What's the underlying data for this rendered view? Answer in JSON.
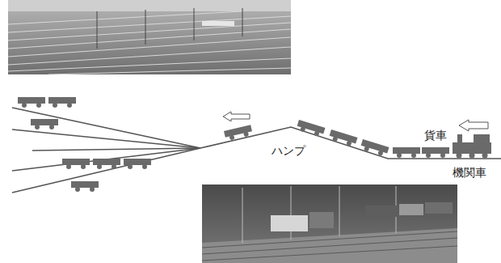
{
  "diagram": {
    "labels": [
      "ハンプ",
      "貨車",
      "機関車"
    ]
  }
}
